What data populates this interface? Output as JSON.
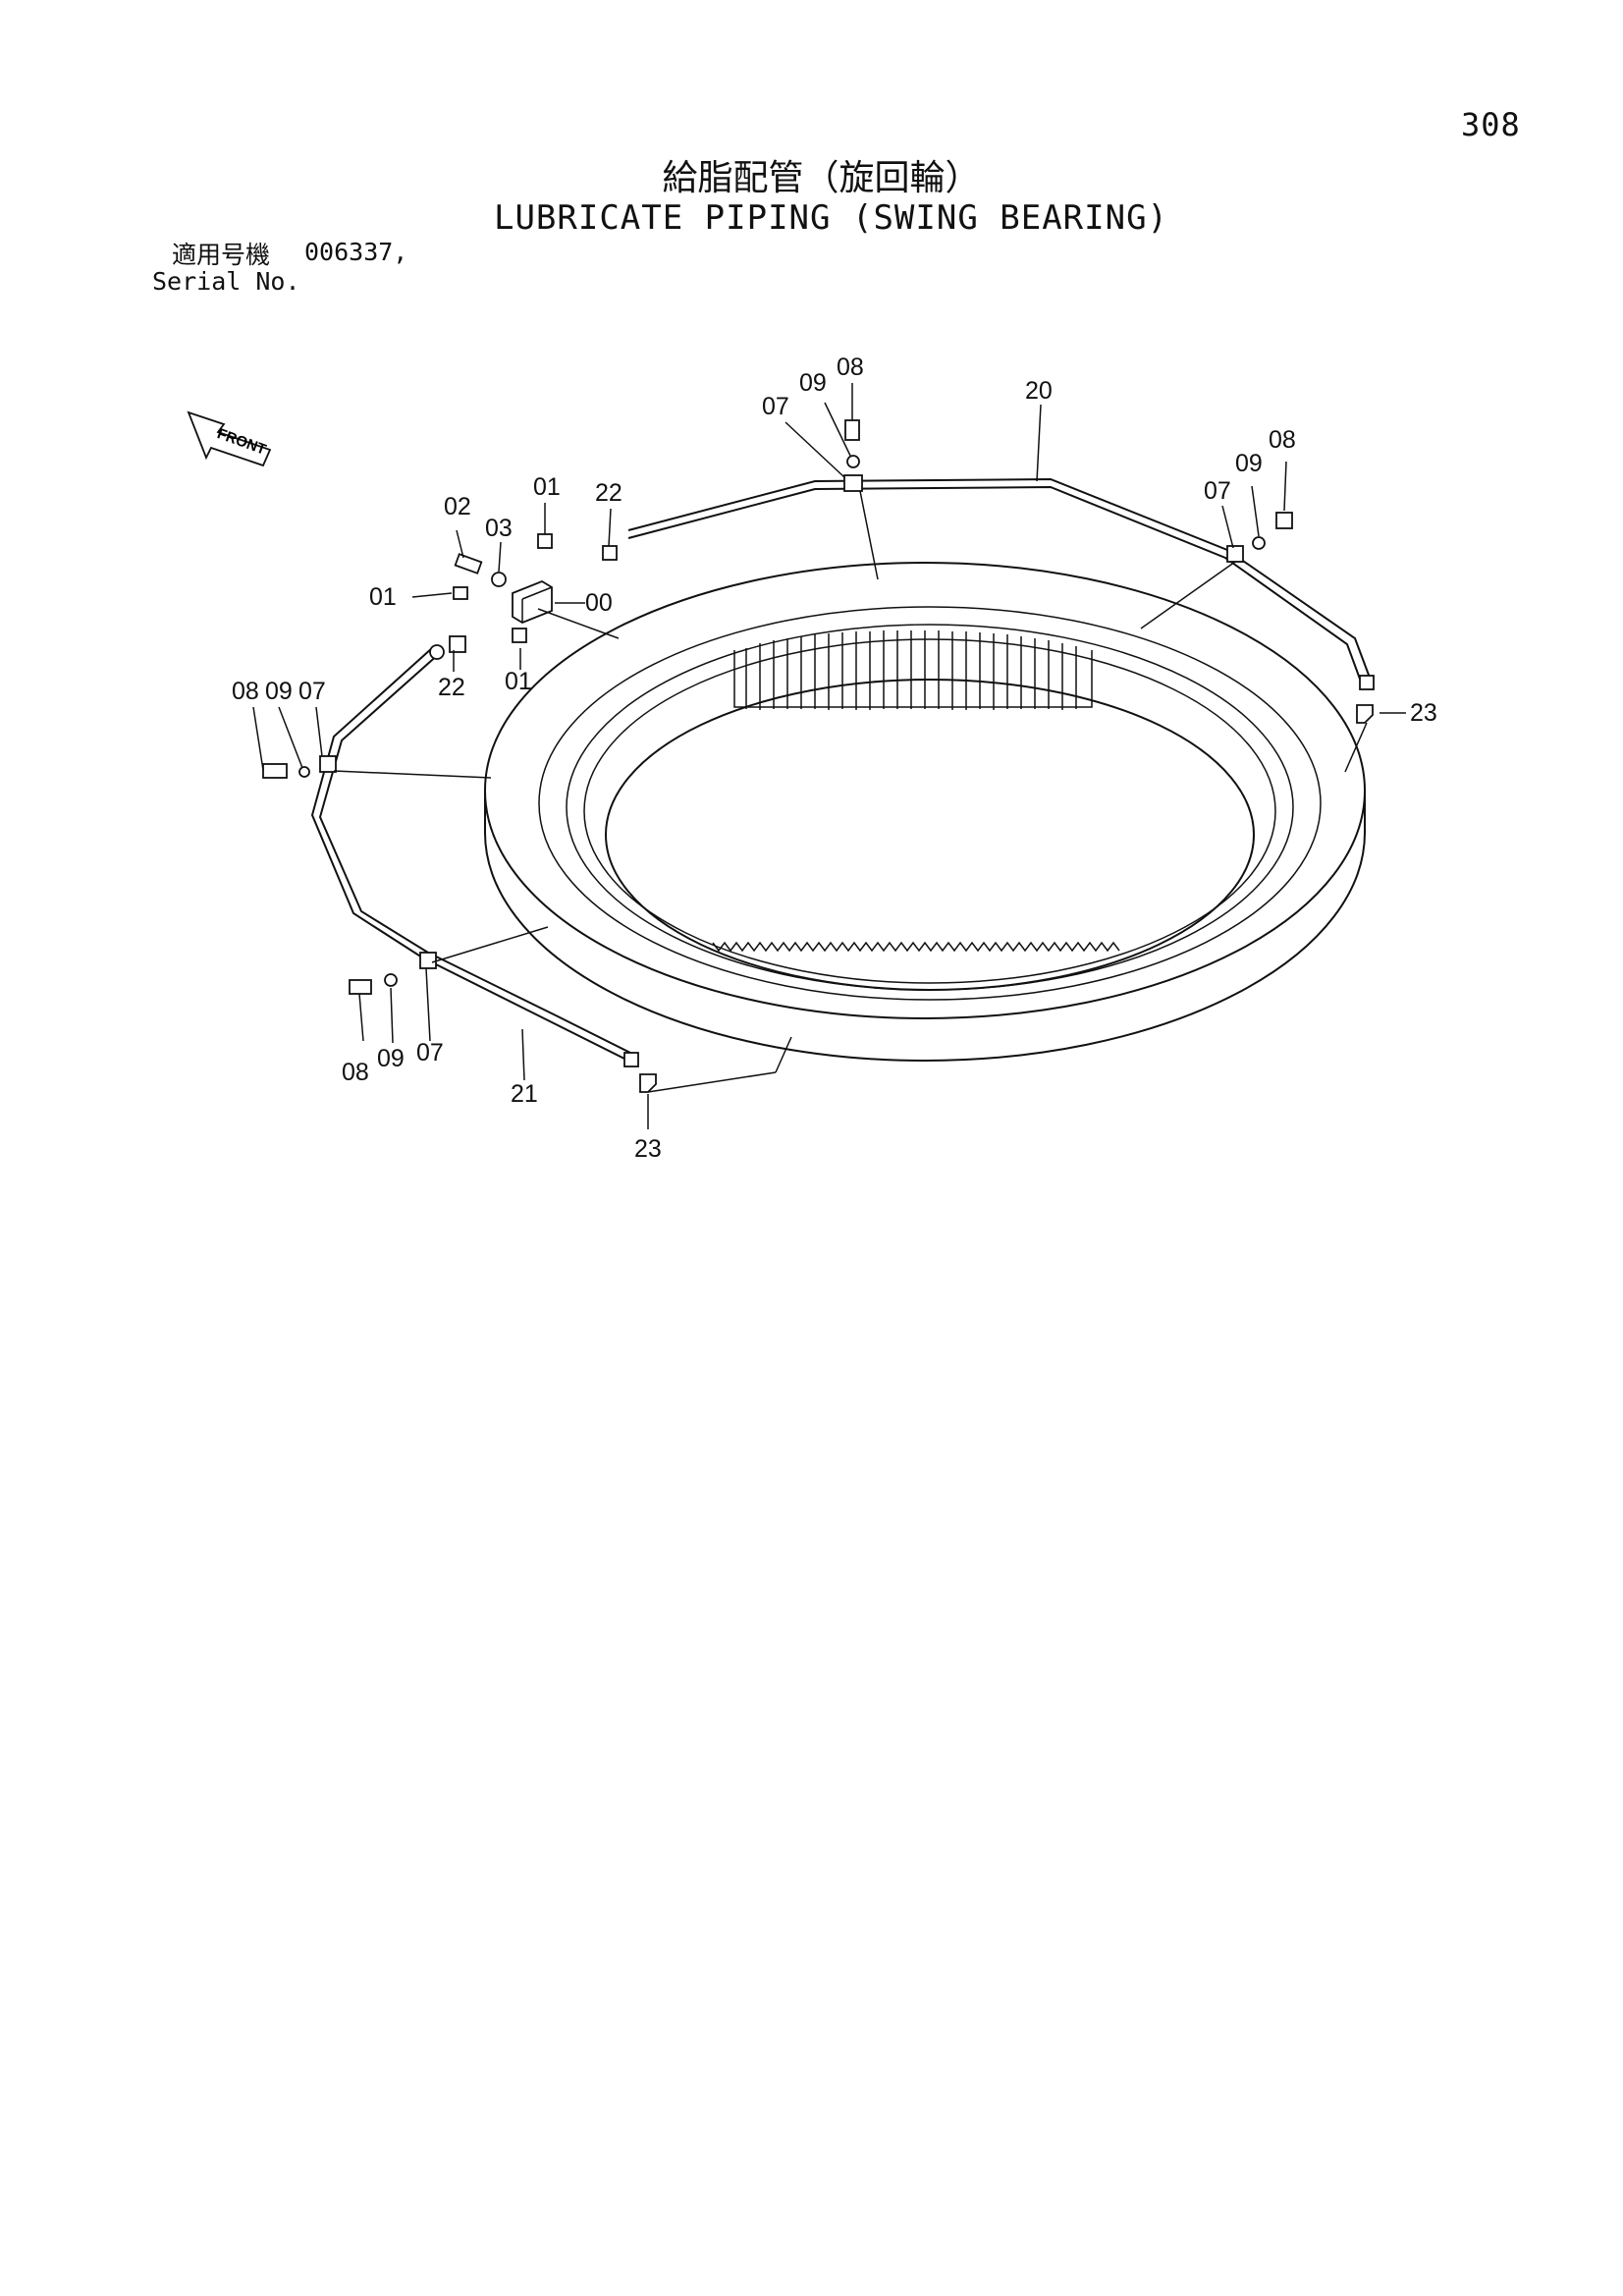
{
  "header": {
    "page_number": "308",
    "title_jp": "給脂配管（旋回輪）",
    "title_en": "LUBRICATE PIPING (SWING BEARING)",
    "serial_label_jp": "適用号機",
    "serial_label_en": "Serial No.",
    "serial_value": "006337,"
  },
  "diagram": {
    "front_label": "FRONT",
    "callouts": {
      "c_00": "00",
      "c_01_top": "01",
      "c_01_left": "01",
      "c_01_bottom": "01",
      "c_02": "02",
      "c_03": "03",
      "c_22_top": "22",
      "c_22_bottom": "22",
      "c_07_top": "07",
      "c_09_top": "09",
      "c_08_top": "08",
      "c_20": "20",
      "c_08_right": "08",
      "c_09_right": "09",
      "c_07_right": "07",
      "c_23_right": "23",
      "c_08_left": "08",
      "c_09_left": "09",
      "c_07_left": "07",
      "c_08_bottom": "08",
      "c_09_bottom": "09",
      "c_07_bottom": "07",
      "c_21": "21",
      "c_23_bottom": "23"
    }
  }
}
